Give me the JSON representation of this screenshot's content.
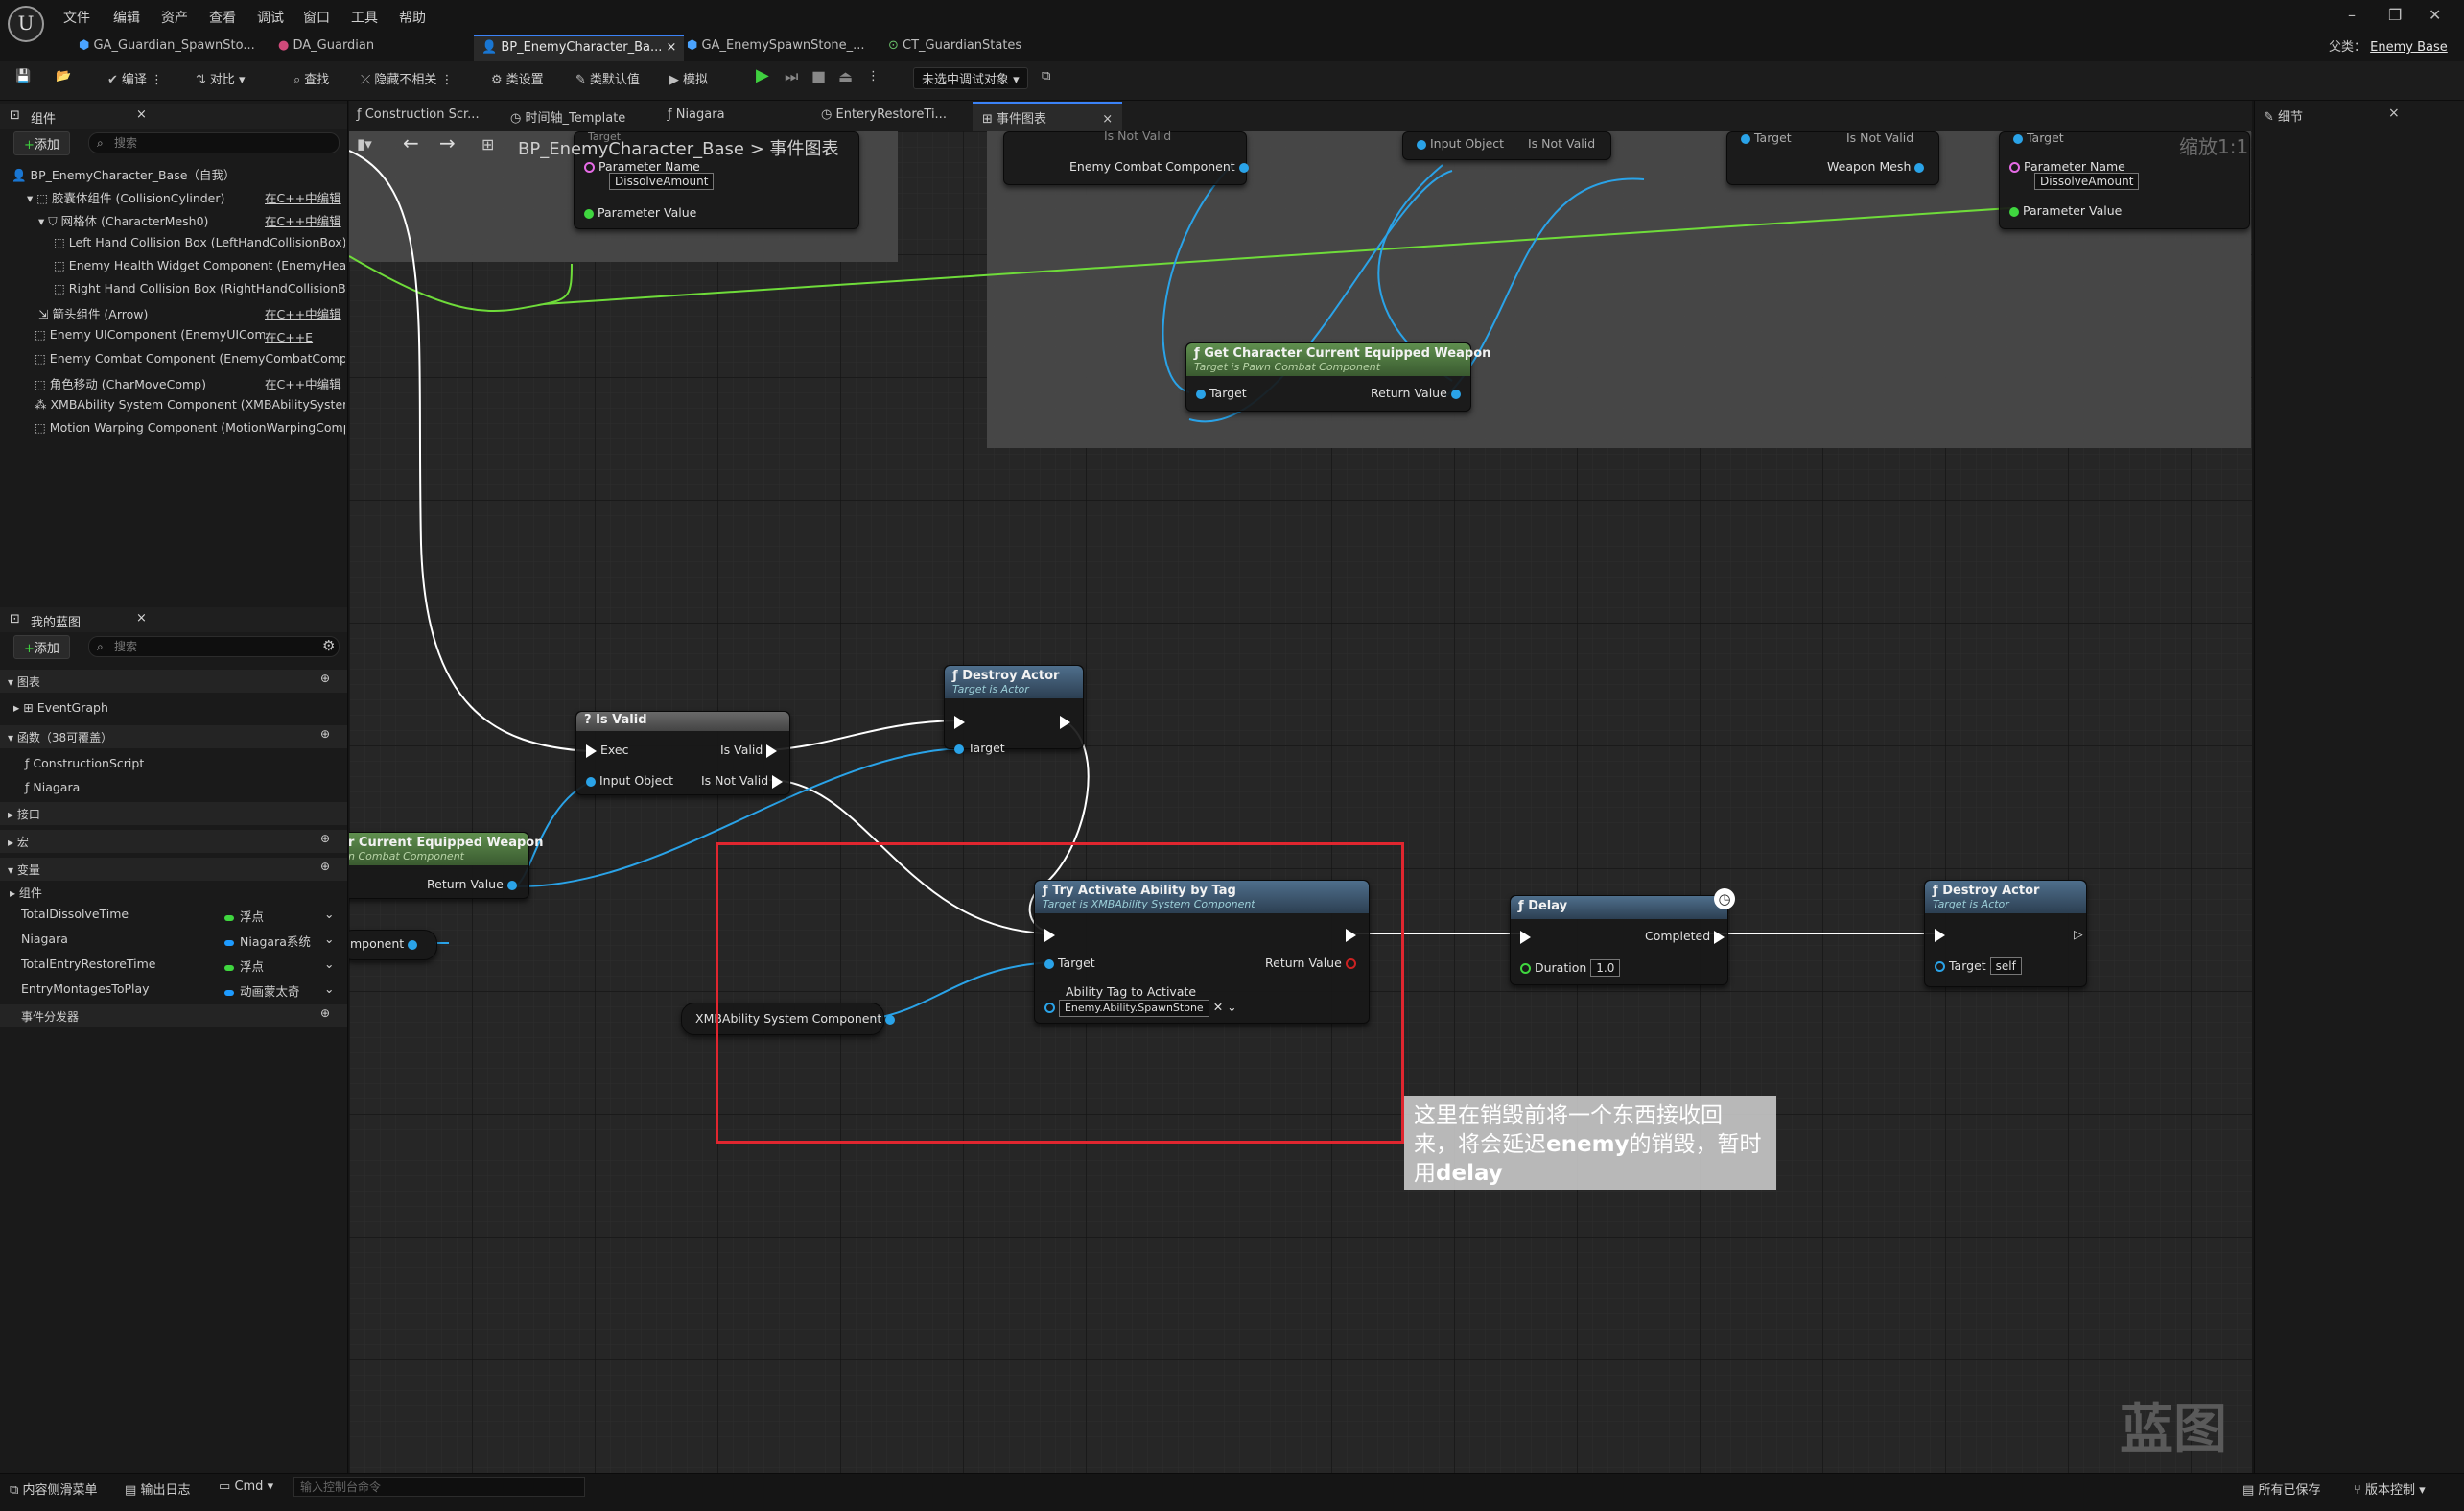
{
  "menu": [
    "文件",
    "编辑",
    "资产",
    "查看",
    "调试",
    "窗口",
    "工具",
    "帮助"
  ],
  "tabs": [
    {
      "label": "GA_Guardian_SpawnSto..."
    },
    {
      "label": "DA_Guardian"
    },
    {
      "label": "BP_EnemyCharacter_Ba...",
      "close": "×"
    },
    {
      "label": "GA_EnemySpawnStone_..."
    },
    {
      "label": "CT_GuardianStates"
    }
  ],
  "parent": {
    "label": "父类：",
    "value": "Enemy Base"
  },
  "toolbar": {
    "compile": "编译",
    "diff": "对比",
    "find": "查找",
    "hide": "隐藏不相关",
    "class_settings": "类设置",
    "class_defaults": "类默认值",
    "simulate": "模拟",
    "debug_target": "未选中调试对象"
  },
  "components_panel": {
    "title": "组件",
    "add": "添加",
    "search_placeholder": "搜索",
    "items": [
      {
        "label": "BP_EnemyCharacter_Base（自我）",
        "edit": ""
      },
      {
        "label": "胶囊体组件 (CollisionCylinder)",
        "edit": "在C++中编辑"
      },
      {
        "label": "网格体 (CharacterMesh0)",
        "edit": "在C++中编辑"
      },
      {
        "label": "Left Hand Collision Box (LeftHandCollisionBox)",
        "edit": ""
      },
      {
        "label": "Enemy Health Widget Component (EnemyHealthW",
        "edit": ""
      },
      {
        "label": "Right Hand Collision Box (RightHandCollisionBox)",
        "edit": ""
      },
      {
        "label": "箭头组件 (Arrow)",
        "edit": "在C++中编辑"
      },
      {
        "label": "Enemy UIComponent (EnemyUIComponent)",
        "edit": "在C++E"
      },
      {
        "label": "Enemy Combat Component (EnemyCombatCompone",
        "edit": ""
      },
      {
        "label": "角色移动 (CharMoveComp)",
        "edit": "在C++中编辑"
      },
      {
        "label": "XMBAbility System Component (XMBAbilitySystemC",
        "edit": ""
      },
      {
        "label": "Motion Warping Component (MotionWarpingCompon",
        "edit": ""
      }
    ]
  },
  "my_blueprint": {
    "title": "我的蓝图",
    "add": "添加",
    "search_placeholder": "搜索",
    "graphs": "图表",
    "event_graph": "EventGraph",
    "functions": "函数（38可覆盖）",
    "func_items": [
      "ConstructionScript",
      "Niagara"
    ],
    "interfaces": "接口",
    "macros": "宏",
    "variables": "变量",
    "components": "组件",
    "vars": [
      {
        "name": "TotalDissolveTime",
        "type": "浮点",
        "color": "#3fd63f"
      },
      {
        "name": "Niagara",
        "type": "Niagara系统",
        "color": "#1e9bff"
      },
      {
        "name": "TotalEntryRestoreTime",
        "type": "浮点",
        "color": "#3fd63f"
      },
      {
        "name": "EntryMontagesToPlay",
        "type": "动画蒙太奇",
        "color": "#1e9bff"
      }
    ],
    "dispatchers": "事件分发器"
  },
  "doc_tabs": [
    "Construction Scr...",
    "时间轴_Template",
    "Niagara",
    "EnteryRestoreTi...",
    "事件图表"
  ],
  "doc_close": "×",
  "breadcrumb": {
    "bp": "BP_EnemyCharacter_Base",
    "sep": ">",
    "graph": "事件图表"
  },
  "zoom": "缩放1:1",
  "watermark": "蓝图",
  "details_title": "细节",
  "nodes": {
    "set_param_a": {
      "pname": "Parameter Name",
      "pval": "DissolveAmount",
      "pvalue": "Parameter Value",
      "target": "Target"
    },
    "enemy_combat": {
      "label": "Enemy Combat Component"
    },
    "isnotvalid_top1": "Is Not Valid",
    "input_object_top": "Input Object",
    "isnotvalid_top2": "Is Not Valid",
    "target_top": "Target",
    "isnotvalid_top3": "Is Not Valid",
    "weapon_mesh": "Weapon Mesh",
    "set_param_b": {
      "target": "Target",
      "pname": "Parameter Name",
      "pval": "DissolveAmount",
      "pvalue": "Parameter Value"
    },
    "get_weapon": {
      "title": "Get Character Current Equipped Weapon",
      "sub": "Target is Pawn Combat Component",
      "target": "Target",
      "ret": "Return Value"
    },
    "destroy1": {
      "title": "Destroy Actor",
      "sub": "Target is Actor",
      "target": "Target"
    },
    "isvalid": {
      "title": "Is Valid",
      "exec": "Exec",
      "isvalid": "Is Valid",
      "input": "Input Object",
      "notvalid": "Is Not Valid"
    },
    "get_weapon2": {
      "title": "r Current Equipped Weapon",
      "sub": "n Combat Component",
      "ret": "Return Value"
    },
    "component_stub": "mponent",
    "xmb_comp": "XMBAbility System Component",
    "try_activate": {
      "title": "Try Activate Ability by Tag",
      "sub": "Target is XMBAbility System Component",
      "target": "Target",
      "ret": "Return Value",
      "tag_label": "Ability Tag to Activate",
      "tag": "Enemy.Ability.SpawnStone"
    },
    "delay": {
      "title": "Delay",
      "duration": "Duration",
      "duration_val": "1.0",
      "completed": "Completed"
    },
    "destroy2": {
      "title": "Destroy Actor",
      "sub": "Target is Actor",
      "target": "Target",
      "self": "self"
    }
  },
  "comment_text": [
    "这里在销毁前将一个东西接收回",
    "来，将会延迟",
    "enemy",
    "的销毁，暂时",
    "用",
    "delay"
  ],
  "statusbar": {
    "content_drawer": "内容侧滑菜单",
    "output_log": "输出日志",
    "cmd": "Cmd",
    "console_placeholder": "输入控制台命令",
    "saved": "所有已保存",
    "source_control": "版本控制"
  }
}
